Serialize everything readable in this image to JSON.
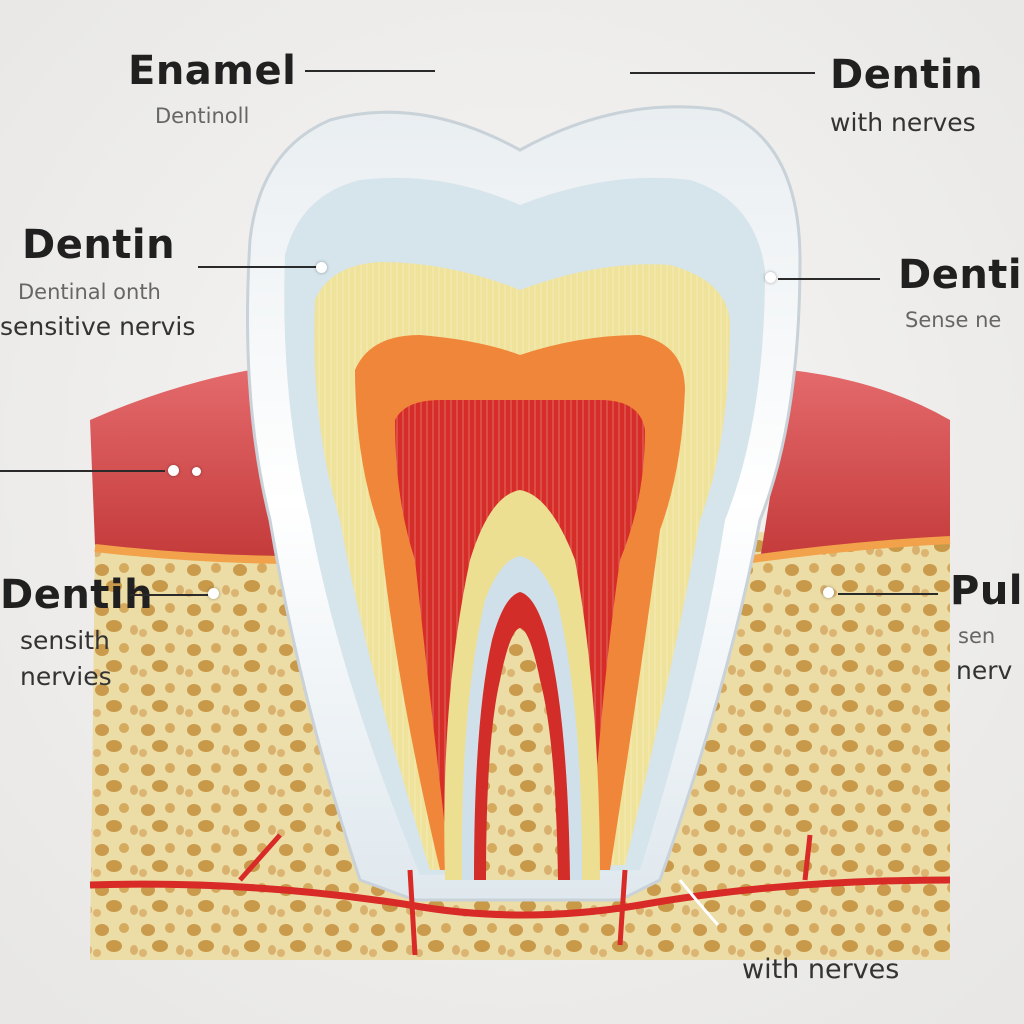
{
  "labels": {
    "enamel": {
      "title": "Enamel",
      "sub": "Dentinoll"
    },
    "dentin_top_right": {
      "title": "Dentin",
      "sub": "with nerves"
    },
    "dentin_left": {
      "title": "Dentin",
      "sub1": "Dentinal onth",
      "sub2": "sensitive nervis"
    },
    "dentin_right": {
      "title": "Denti",
      "sub": "Sense ne"
    },
    "dentin_lower_left": {
      "title": "Dentih",
      "sub1": "sensith",
      "sub2": "nervies"
    },
    "pulp_right": {
      "title": "Pul",
      "sub1": "sen",
      "sub2": "nerv"
    },
    "bottom": {
      "text": "with nerves"
    }
  },
  "colors": {
    "enamel": "#f4f7f9",
    "dentin_blue": "#d4e4ee",
    "dentin_yellow": "#efe39a",
    "pulp_orange": "#f08a3c",
    "pulp_red": "#d7302a",
    "gum": "#e0585a",
    "bone": "#e9d6a0",
    "bone_pore": "#c99a45"
  }
}
